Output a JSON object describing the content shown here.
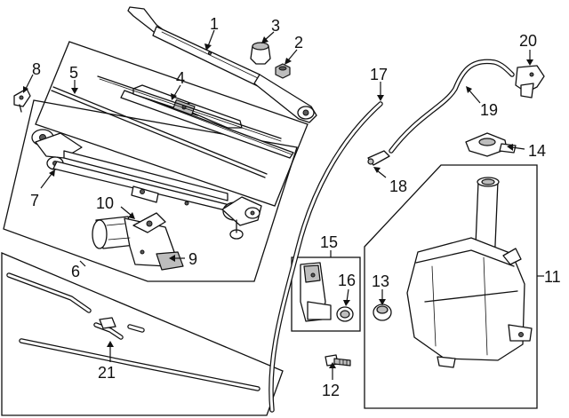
{
  "diagram": {
    "type": "exploded-parts-diagram",
    "colors": {
      "line": "#111111",
      "shade": "#bdbdbd",
      "background": "#ffffff"
    },
    "callouts": [
      {
        "id": "1",
        "label": "1"
      },
      {
        "id": "2",
        "label": "2"
      },
      {
        "id": "3",
        "label": "3"
      },
      {
        "id": "4",
        "label": "4"
      },
      {
        "id": "5",
        "label": "5"
      },
      {
        "id": "6",
        "label": "6"
      },
      {
        "id": "7",
        "label": "7"
      },
      {
        "id": "8",
        "label": "8"
      },
      {
        "id": "9",
        "label": "9"
      },
      {
        "id": "10",
        "label": "10"
      },
      {
        "id": "11",
        "label": "11"
      },
      {
        "id": "12",
        "label": "12"
      },
      {
        "id": "13",
        "label": "13"
      },
      {
        "id": "14",
        "label": "14"
      },
      {
        "id": "15",
        "label": "15"
      },
      {
        "id": "16",
        "label": "16"
      },
      {
        "id": "17",
        "label": "17"
      },
      {
        "id": "18",
        "label": "18"
      },
      {
        "id": "19",
        "label": "19"
      },
      {
        "id": "20",
        "label": "20"
      },
      {
        "id": "21",
        "label": "21"
      }
    ]
  }
}
